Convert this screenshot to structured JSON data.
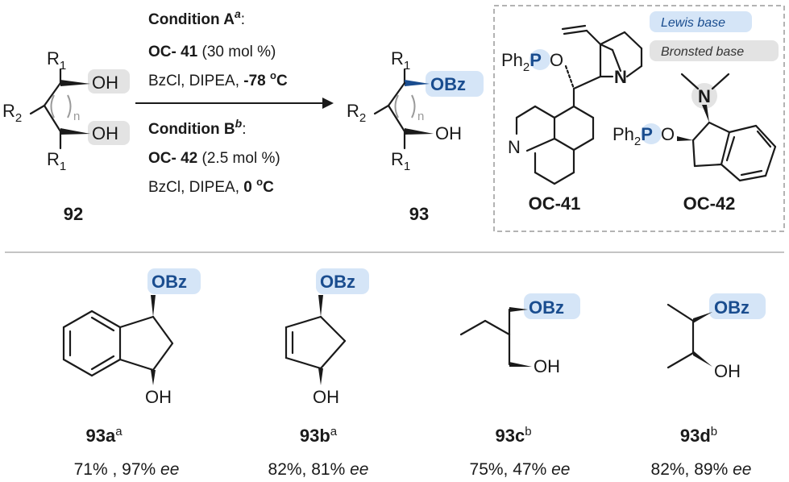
{
  "reaction": {
    "reactant_label": "92",
    "product_label": "93",
    "reactant_atoms": {
      "r1_top": "R",
      "r1_top_sub": "1",
      "r2": "R",
      "r2_sub": "2",
      "r1_bot": "R",
      "r1_bot_sub": "1",
      "oh_top": "OH",
      "oh_bot": "OH",
      "n": "n"
    },
    "product_atoms": {
      "r1_top": "R",
      "r1_top_sub": "1",
      "r2": "R",
      "r2_sub": "2",
      "r1_bot": "R",
      "r1_bot_sub": "1",
      "obz": "OBz",
      "oh": "OH",
      "n": "n"
    },
    "condition_a": {
      "title": "Condition A",
      "title_sup": "a",
      "colon": ":",
      "catalyst": "OC- 41",
      "loading": " (30 mol %)",
      "reagents": "BzCl, DIPEA, ",
      "temp": "-78 ",
      "temp_unit_sup": "o",
      "temp_unit": "C"
    },
    "condition_b": {
      "title": "Condition B",
      "title_sup": "b",
      "colon": ":",
      "catalyst": "OC- 42",
      "loading": " (2.5 mol %)",
      "reagents": "BzCl, DIPEA, ",
      "temp": "0 ",
      "temp_unit_sup": "o",
      "temp_unit": "C"
    }
  },
  "catalysts_box": {
    "legend": {
      "lewis": "Lewis base",
      "bronsted": "Bronsted base"
    },
    "oc41": {
      "label": "OC-41",
      "ph": "Ph",
      "ph_sub": "2",
      "p": "P",
      "o": "O",
      "n_quin": "N",
      "n_bridge": "N"
    },
    "oc42": {
      "label": "OC-42",
      "ph": "Ph",
      "ph_sub": "2",
      "p": "P",
      "o": "O",
      "n": "N"
    }
  },
  "products": [
    {
      "label": "93a",
      "sup": "a",
      "yield": "71% , 97% ",
      "ee": "ee",
      "obz": "OBz",
      "oh": "OH"
    },
    {
      "label": "93b",
      "sup": "a",
      "yield": "82%, 81% ",
      "ee": "ee",
      "obz": "OBz",
      "oh": "OH"
    },
    {
      "label": "93c",
      "sup": "b",
      "yield": "75%, 47% ",
      "ee": "ee",
      "obz": "OBz",
      "oh": "OH"
    },
    {
      "label": "93d",
      "sup": "b",
      "yield": "82%, 89% ",
      "ee": "ee",
      "obz": "OBz",
      "oh": "OH"
    }
  ],
  "colors": {
    "accent_blue": "#1a4d8f",
    "highlight_blue": "#d5e5f7",
    "highlight_gray": "#e3e3e3"
  }
}
